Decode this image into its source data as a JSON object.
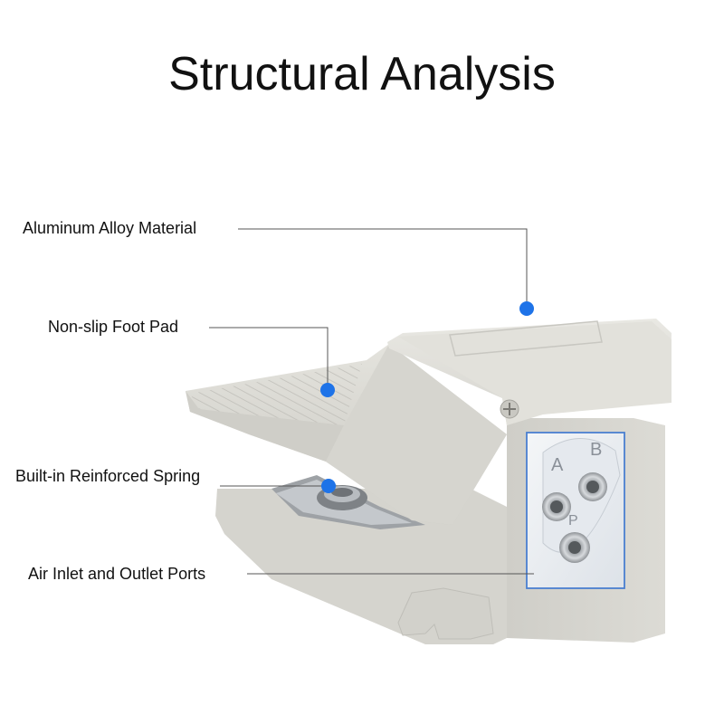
{
  "title": "Structural Analysis",
  "callouts": [
    {
      "label": "Aluminum Alloy Material"
    },
    {
      "label": "Non-slip Foot Pad"
    },
    {
      "label": "Built-in Reinforced Spring"
    },
    {
      "label": "Air Inlet and Outlet Ports"
    }
  ],
  "port_labels": {
    "a": "A",
    "b": "B",
    "p": "P"
  },
  "colors": {
    "marker": "#1e73e8",
    "body": "#dddcd6",
    "port_plate": "#ebeef2",
    "plate_border": "#4a7fd0"
  }
}
